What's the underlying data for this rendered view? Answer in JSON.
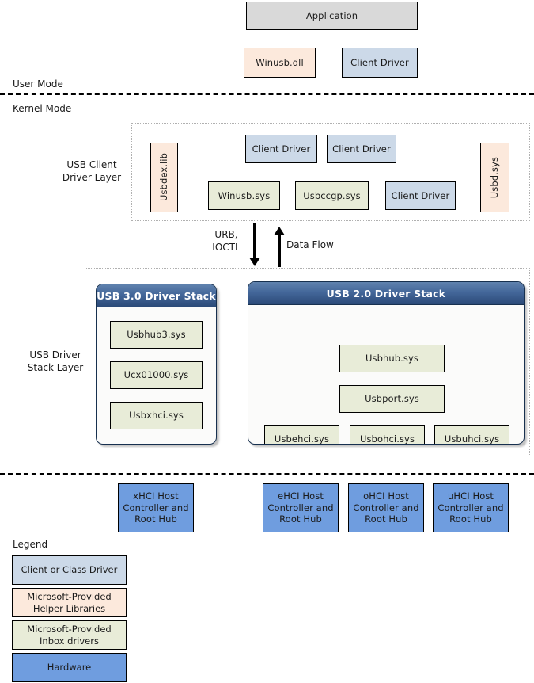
{
  "diagram": {
    "title": "USB driver stack architecture",
    "colors": {
      "application": "#d9d9d9",
      "client_driver": "#ccd9e8",
      "helper_library": "#fce9dc",
      "inbox_driver": "#e8ecd8",
      "hardware": "#6f9ddf",
      "stack_header_top": "#5f82ae",
      "stack_header_bottom": "#2b4a78",
      "divider": "#000000",
      "group_border": "#b0b0b0"
    }
  },
  "user_mode": {
    "label": "User Mode",
    "application": {
      "label": "Application"
    },
    "boxes": [
      {
        "label": "Winusb.dll",
        "kind": "helper"
      },
      {
        "label": "Client Driver",
        "kind": "client"
      }
    ]
  },
  "kernel_mode": {
    "label": "Kernel Mode"
  },
  "client_driver_layer": {
    "layer_label": "USB Client\nDriver Layer",
    "vertical_left": {
      "label": "Usbdex.lib",
      "kind": "helper"
    },
    "vertical_right": {
      "label": "Usbd.sys",
      "kind": "helper"
    },
    "row_top": [
      {
        "label": "Client Driver",
        "kind": "client"
      },
      {
        "label": "Client Driver",
        "kind": "client"
      }
    ],
    "row_bottom": [
      {
        "label": "Winusb.sys",
        "kind": "inbox"
      },
      {
        "label": "Usbccgp.sys",
        "kind": "inbox"
      },
      {
        "label": "Client Driver",
        "kind": "client"
      }
    ]
  },
  "flow": {
    "down_label": "URB,\nIOCTL",
    "up_label": "Data Flow"
  },
  "driver_stack_layer": {
    "layer_label": "USB Driver\nStack Layer",
    "stacks": [
      {
        "title": "USB 3.0 Driver Stack",
        "rows": [
          {
            "items": [
              {
                "label": "Usbhub3.sys",
                "kind": "inbox"
              }
            ]
          },
          {
            "items": [
              {
                "label": "Ucx01000.sys",
                "kind": "inbox"
              }
            ]
          },
          {
            "items": [
              {
                "label": "Usbxhci.sys",
                "kind": "inbox"
              }
            ]
          }
        ]
      },
      {
        "title": "USB 2.0 Driver Stack",
        "rows": [
          {
            "items": [
              {
                "label": "Usbhub.sys",
                "kind": "inbox"
              }
            ]
          },
          {
            "items": [
              {
                "label": "Usbport.sys",
                "kind": "inbox"
              }
            ]
          },
          {
            "items": [
              {
                "label": "Usbehci.sys",
                "kind": "inbox"
              },
              {
                "label": "Usbohci.sys",
                "kind": "inbox"
              },
              {
                "label": "Usbuhci.sys",
                "kind": "inbox"
              }
            ]
          }
        ]
      }
    ]
  },
  "hardware_layer": {
    "controllers": [
      {
        "label": "xHCI Host\nController and\nRoot Hub"
      },
      {
        "label": "eHCI Host\nController and\nRoot Hub"
      },
      {
        "label": "oHCI Host\nController and\nRoot Hub"
      },
      {
        "label": "uHCI Host\nController and\nRoot Hub"
      }
    ]
  },
  "legend": {
    "title": "Legend",
    "entries": [
      {
        "label": "Client or Class Driver",
        "kind": "client"
      },
      {
        "label": "Microsoft-Provided\nHelper Libraries",
        "kind": "helper"
      },
      {
        "label": "Microsoft-Provided\nInbox drivers",
        "kind": "inbox"
      },
      {
        "label": "Hardware",
        "kind": "hardware"
      }
    ]
  }
}
